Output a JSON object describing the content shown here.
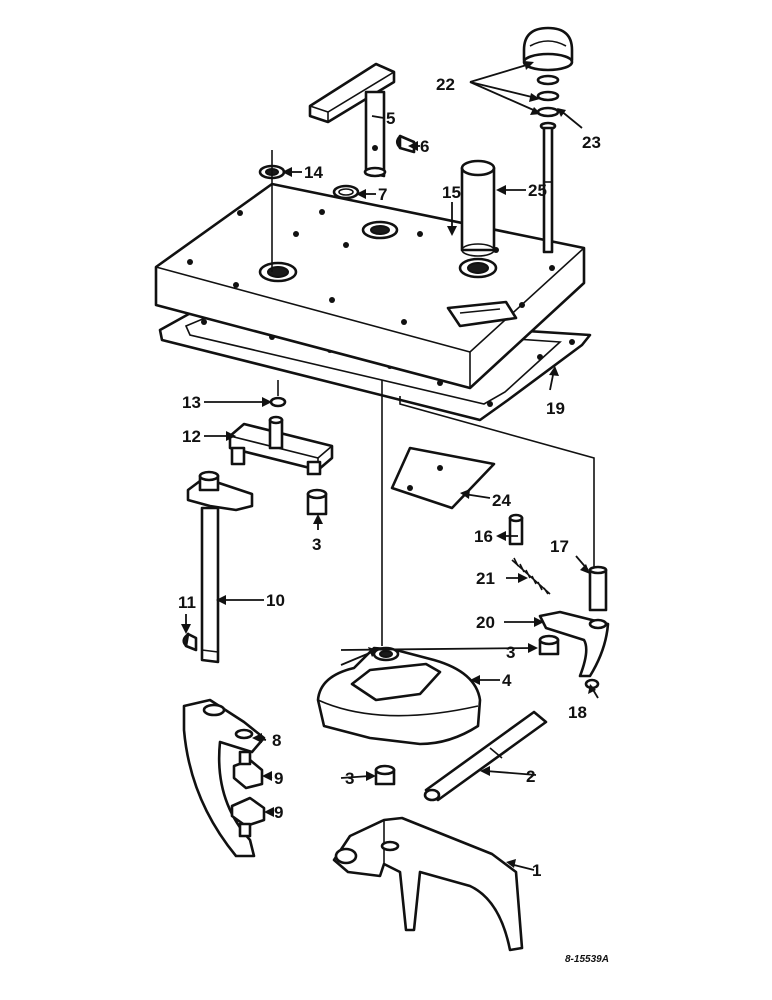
{
  "callouts": {
    "c1": "1",
    "c2": "2",
    "c3a": "3",
    "c3b": "3",
    "c3c": "3",
    "c4": "4",
    "c5": "5",
    "c6": "6",
    "c7": "7",
    "c8": "8",
    "c9a": "9",
    "c9b": "9",
    "c10": "10",
    "c11": "11",
    "c12": "12",
    "c13": "13",
    "c14": "14",
    "c15": "15",
    "c16": "16",
    "c17": "17",
    "c18": "18",
    "c19": "19",
    "c20": "20",
    "c21": "21",
    "c22": "22",
    "c23": "23",
    "c24": "24",
    "c25": "25"
  },
  "drawing_number": "8-15539A",
  "colors": {
    "ink": "#111111",
    "paper": "#ffffff"
  }
}
